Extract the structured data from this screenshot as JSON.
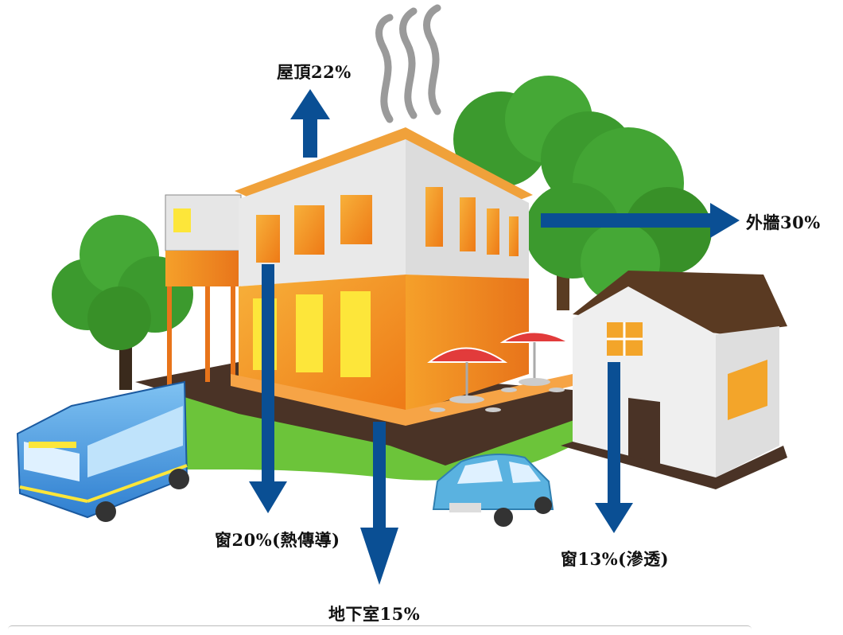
{
  "labels": {
    "roof": "屋頂22%",
    "wall": "外牆30%",
    "window_conduction": "窗20%(熱傳導)",
    "basement": "地下室15%",
    "window_infiltration": "窗13%(滲透)"
  },
  "colors": {
    "arrow": "#0a4f94",
    "building_orange": "#f08a1c",
    "building_white": "#e6e6e6",
    "window_yellow": "#fde63a",
    "tree_green": "#3c9a2e",
    "ground_green": "#6cc43a",
    "patio_brown": "#4a3326",
    "roof_brown": "#5a3a22",
    "bus_blue": "#3b8bd6",
    "car_blue": "#5ab2e0",
    "steam_gray": "#9a9a9a"
  },
  "icons": [
    "steam-icon",
    "tree-icon",
    "bus-icon",
    "car-icon",
    "umbrella-icon",
    "house-icon",
    "heat-loss-arrow-icon"
  ]
}
